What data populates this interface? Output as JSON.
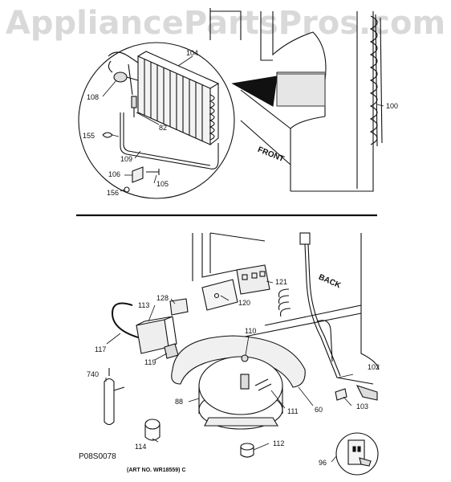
{
  "watermark": "AppliancePartsPros.com",
  "diagram_code": "P08S0078",
  "art_number": "(ART NO. WR18559) C",
  "direction_labels": {
    "front": "FRONT",
    "back": "BACK"
  },
  "callouts": {
    "c100": "100",
    "c104": "104",
    "c108": "108",
    "c82": "82",
    "c155": "155",
    "c109": "109",
    "c106": "106",
    "c105": "105",
    "c156": "156",
    "c121": "121",
    "c120": "120",
    "c128": "128",
    "c113": "113",
    "c117": "117",
    "c119": "119",
    "c110": "110",
    "c102": "102",
    "c740": "740",
    "c88": "88",
    "c60": "60",
    "c103": "103",
    "c111": "111",
    "c114": "114",
    "c112": "112",
    "c96": "96"
  },
  "colors": {
    "line": "#111111",
    "watermark": "#d9d9d9",
    "bg": "#ffffff"
  }
}
